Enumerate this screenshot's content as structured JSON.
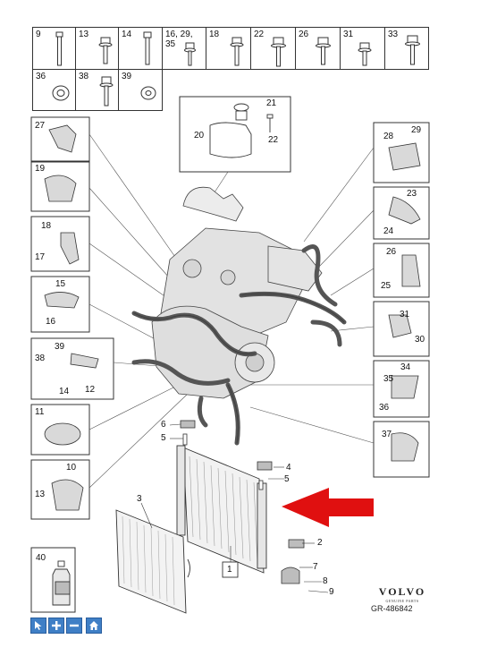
{
  "parts_table": {
    "row1": [
      "9",
      "13",
      "14",
      "16, 29,\n35",
      "18",
      "22",
      "26",
      "31",
      "33"
    ],
    "row2": [
      "36",
      "38",
      "39"
    ]
  },
  "callouts": {
    "c1": "1",
    "c2": "2",
    "c3": "3",
    "c4": "4",
    "c5a": "5",
    "c5b": "5",
    "c6": "6",
    "c7": "7",
    "c8": "8",
    "c9": "9",
    "c10": "10",
    "c11": "11",
    "c12": "12",
    "c13": "13",
    "c14": "14",
    "c15": "15",
    "c16": "16",
    "c17": "17",
    "c18": "18",
    "c19": "19",
    "c20": "20",
    "c21": "21",
    "c22": "22",
    "c23": "23",
    "c24": "24",
    "c25": "25",
    "c26": "26",
    "c27": "27",
    "c28": "28",
    "c29": "29",
    "c30": "30",
    "c31": "31",
    "c34": "34",
    "c35": "35",
    "c36": "36",
    "c37": "37",
    "c38": "38",
    "c39": "39",
    "c40": "40"
  },
  "branding": {
    "logo": "VOLVO",
    "logo_sub": "GENUINE PARTS",
    "reference": "GR-486842"
  },
  "toolbar": {
    "pointer_icon": "cursor-icon",
    "zoom_in_icon": "plus-icon",
    "zoom_out_icon": "minus-icon",
    "home_icon": "home-icon"
  },
  "colors": {
    "arrow": "#e01010",
    "toolbar": "#3f7fc6",
    "line": "#333333"
  }
}
